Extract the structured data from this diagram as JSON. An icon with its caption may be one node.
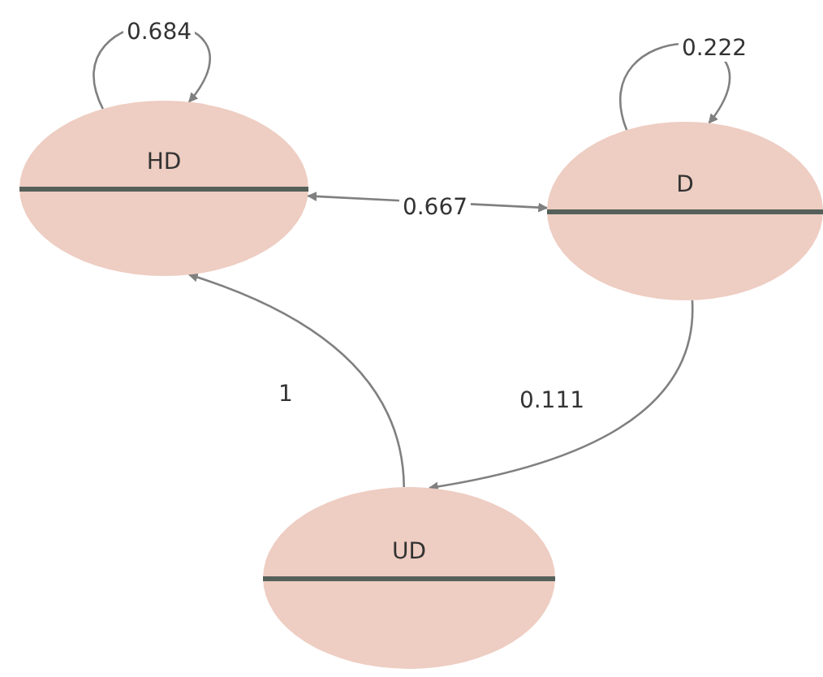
{
  "diagram": {
    "nodes": [
      {
        "text": [
          "HD"
        ]
      },
      {
        "text": [
          "D"
        ]
      },
      {
        "text": [
          "UD"
        ]
      }
    ],
    "edges": [
      {
        "from": 0,
        "to": 0,
        "arrow": "to",
        "label": "0.684"
      },
      {
        "from": 1,
        "to": 1,
        "arrow": "to",
        "label": "0.222"
      },
      {
        "from": 0,
        "to": 1,
        "arrow": "both",
        "label": "0.667"
      },
      {
        "from": 2,
        "to": 0,
        "arrow": "to",
        "label": "1"
      },
      {
        "from": 1,
        "to": 2,
        "arrow": "to",
        "label": "0.111"
      }
    ]
  }
}
